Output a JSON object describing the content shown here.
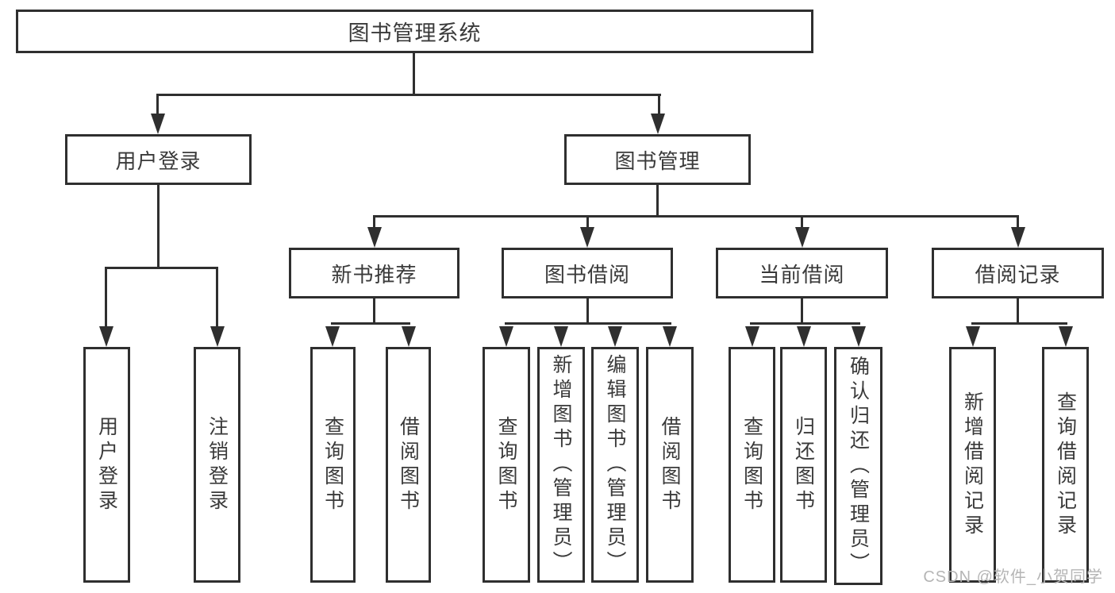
{
  "diagram": {
    "type": "hierarchy-tree",
    "title": "图书管理系统",
    "tree": {
      "label": "图书管理系统",
      "children": [
        {
          "label": "用户登录",
          "children": [
            {
              "label": "用户登录"
            },
            {
              "label": "注销登录"
            }
          ]
        },
        {
          "label": "图书管理",
          "children": [
            {
              "label": "新书推荐",
              "children": [
                {
                  "label": "查询图书"
                },
                {
                  "label": "借阅图书"
                }
              ]
            },
            {
              "label": "图书借阅",
              "children": [
                {
                  "label": "查询图书"
                },
                {
                  "label": "新增图书（管理员）"
                },
                {
                  "label": "编辑图书（管理员）"
                },
                {
                  "label": "借阅图书"
                }
              ]
            },
            {
              "label": "当前借阅",
              "children": [
                {
                  "label": "查询图书"
                },
                {
                  "label": "归还图书"
                },
                {
                  "label": "确认归还（管理员）"
                }
              ]
            },
            {
              "label": "借阅记录",
              "children": [
                {
                  "label": "新增借阅记录"
                },
                {
                  "label": "查询借阅记录"
                }
              ]
            }
          ]
        }
      ]
    },
    "watermark": "CSDN @软件_小贺同学",
    "colors": {
      "line": "#2f2f2f",
      "border": "#2f2f2f",
      "text": "#3a3a3a",
      "watermark": "#b5b5b5",
      "background": "#ffffff"
    }
  }
}
